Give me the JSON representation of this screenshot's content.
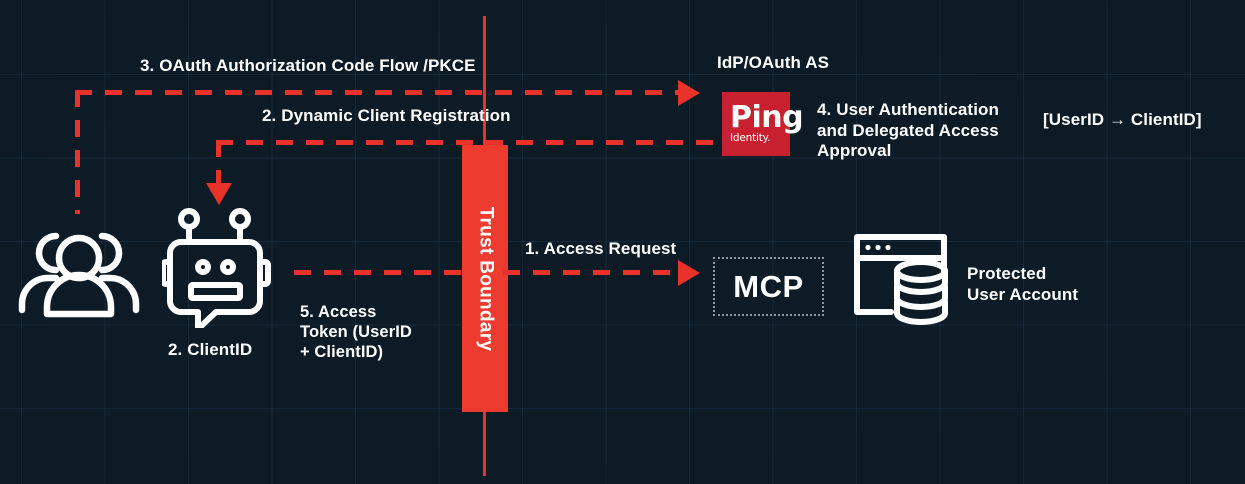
{
  "diagram": {
    "title": "MCP OAuth delegated access flow",
    "background_color": "#0d1b26",
    "accent_color": "#e8322a",
    "brand_color": "#c8202f",
    "text_color": "#ffffff"
  },
  "labels": {
    "step3": "3. OAuth Authorization Code Flow /PKCE",
    "step2_registration": "2. Dynamic Client Registration",
    "idp": "IdP/OAuth AS",
    "step4": "4. User Authentication\nand Delegated Access\nApproval",
    "mapping": "[UserID → ClientID]",
    "step2_clientid": "2. ClientID",
    "step5": "5. Access\nToken (UserID\n+ ClientID)",
    "step1": "1. Access Request",
    "mcp": "MCP",
    "protected": "Protected\nUser Account",
    "trust_boundary": "Trust Boundary"
  },
  "logo": {
    "word": "Ping",
    "sub": "Identity."
  },
  "icons": {
    "users": "users-group-icon",
    "bot": "chatbot-icon",
    "database": "browser-database-icon"
  }
}
